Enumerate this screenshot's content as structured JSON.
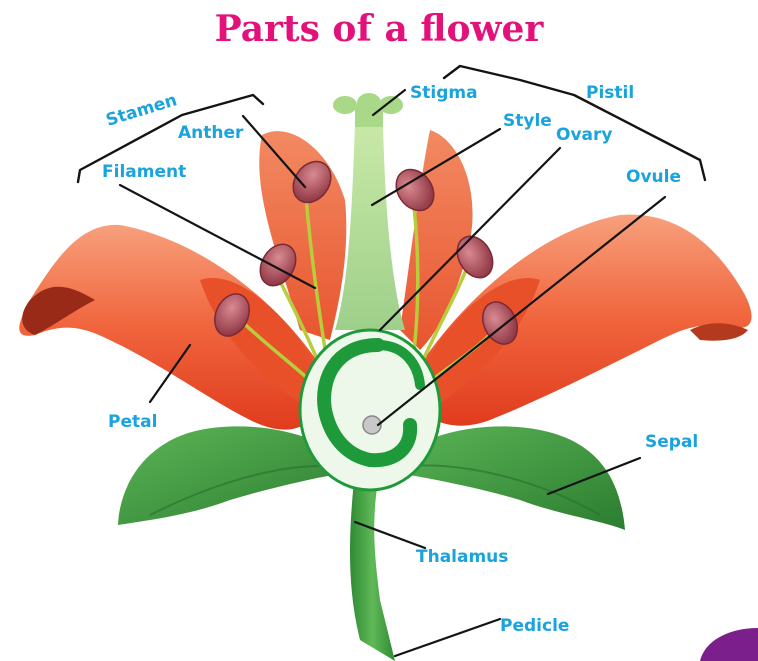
{
  "title": "Parts of a flower",
  "labels": {
    "stamen": "Stamen",
    "anther": "Anther",
    "filament": "Filament",
    "stigma": "Stigma",
    "style": "Style",
    "ovary": "Ovary",
    "pistil": "Pistil",
    "ovule": "Ovule",
    "petal": "Petal",
    "sepal": "Sepal",
    "thalamus": "Thalamus",
    "pedicle": "Pedicle"
  },
  "colors": {
    "title": "#e2127a",
    "label": "#1aa3dd",
    "petal": "#f0643c",
    "petal_dark": "#c8371c",
    "leaf": "#3d9a3f",
    "leaf_dark": "#22702a",
    "ovary_ring": "#1f9a3a",
    "anther": "#a44a55",
    "filament": "#b9cc3b",
    "style": "#b6db98"
  }
}
